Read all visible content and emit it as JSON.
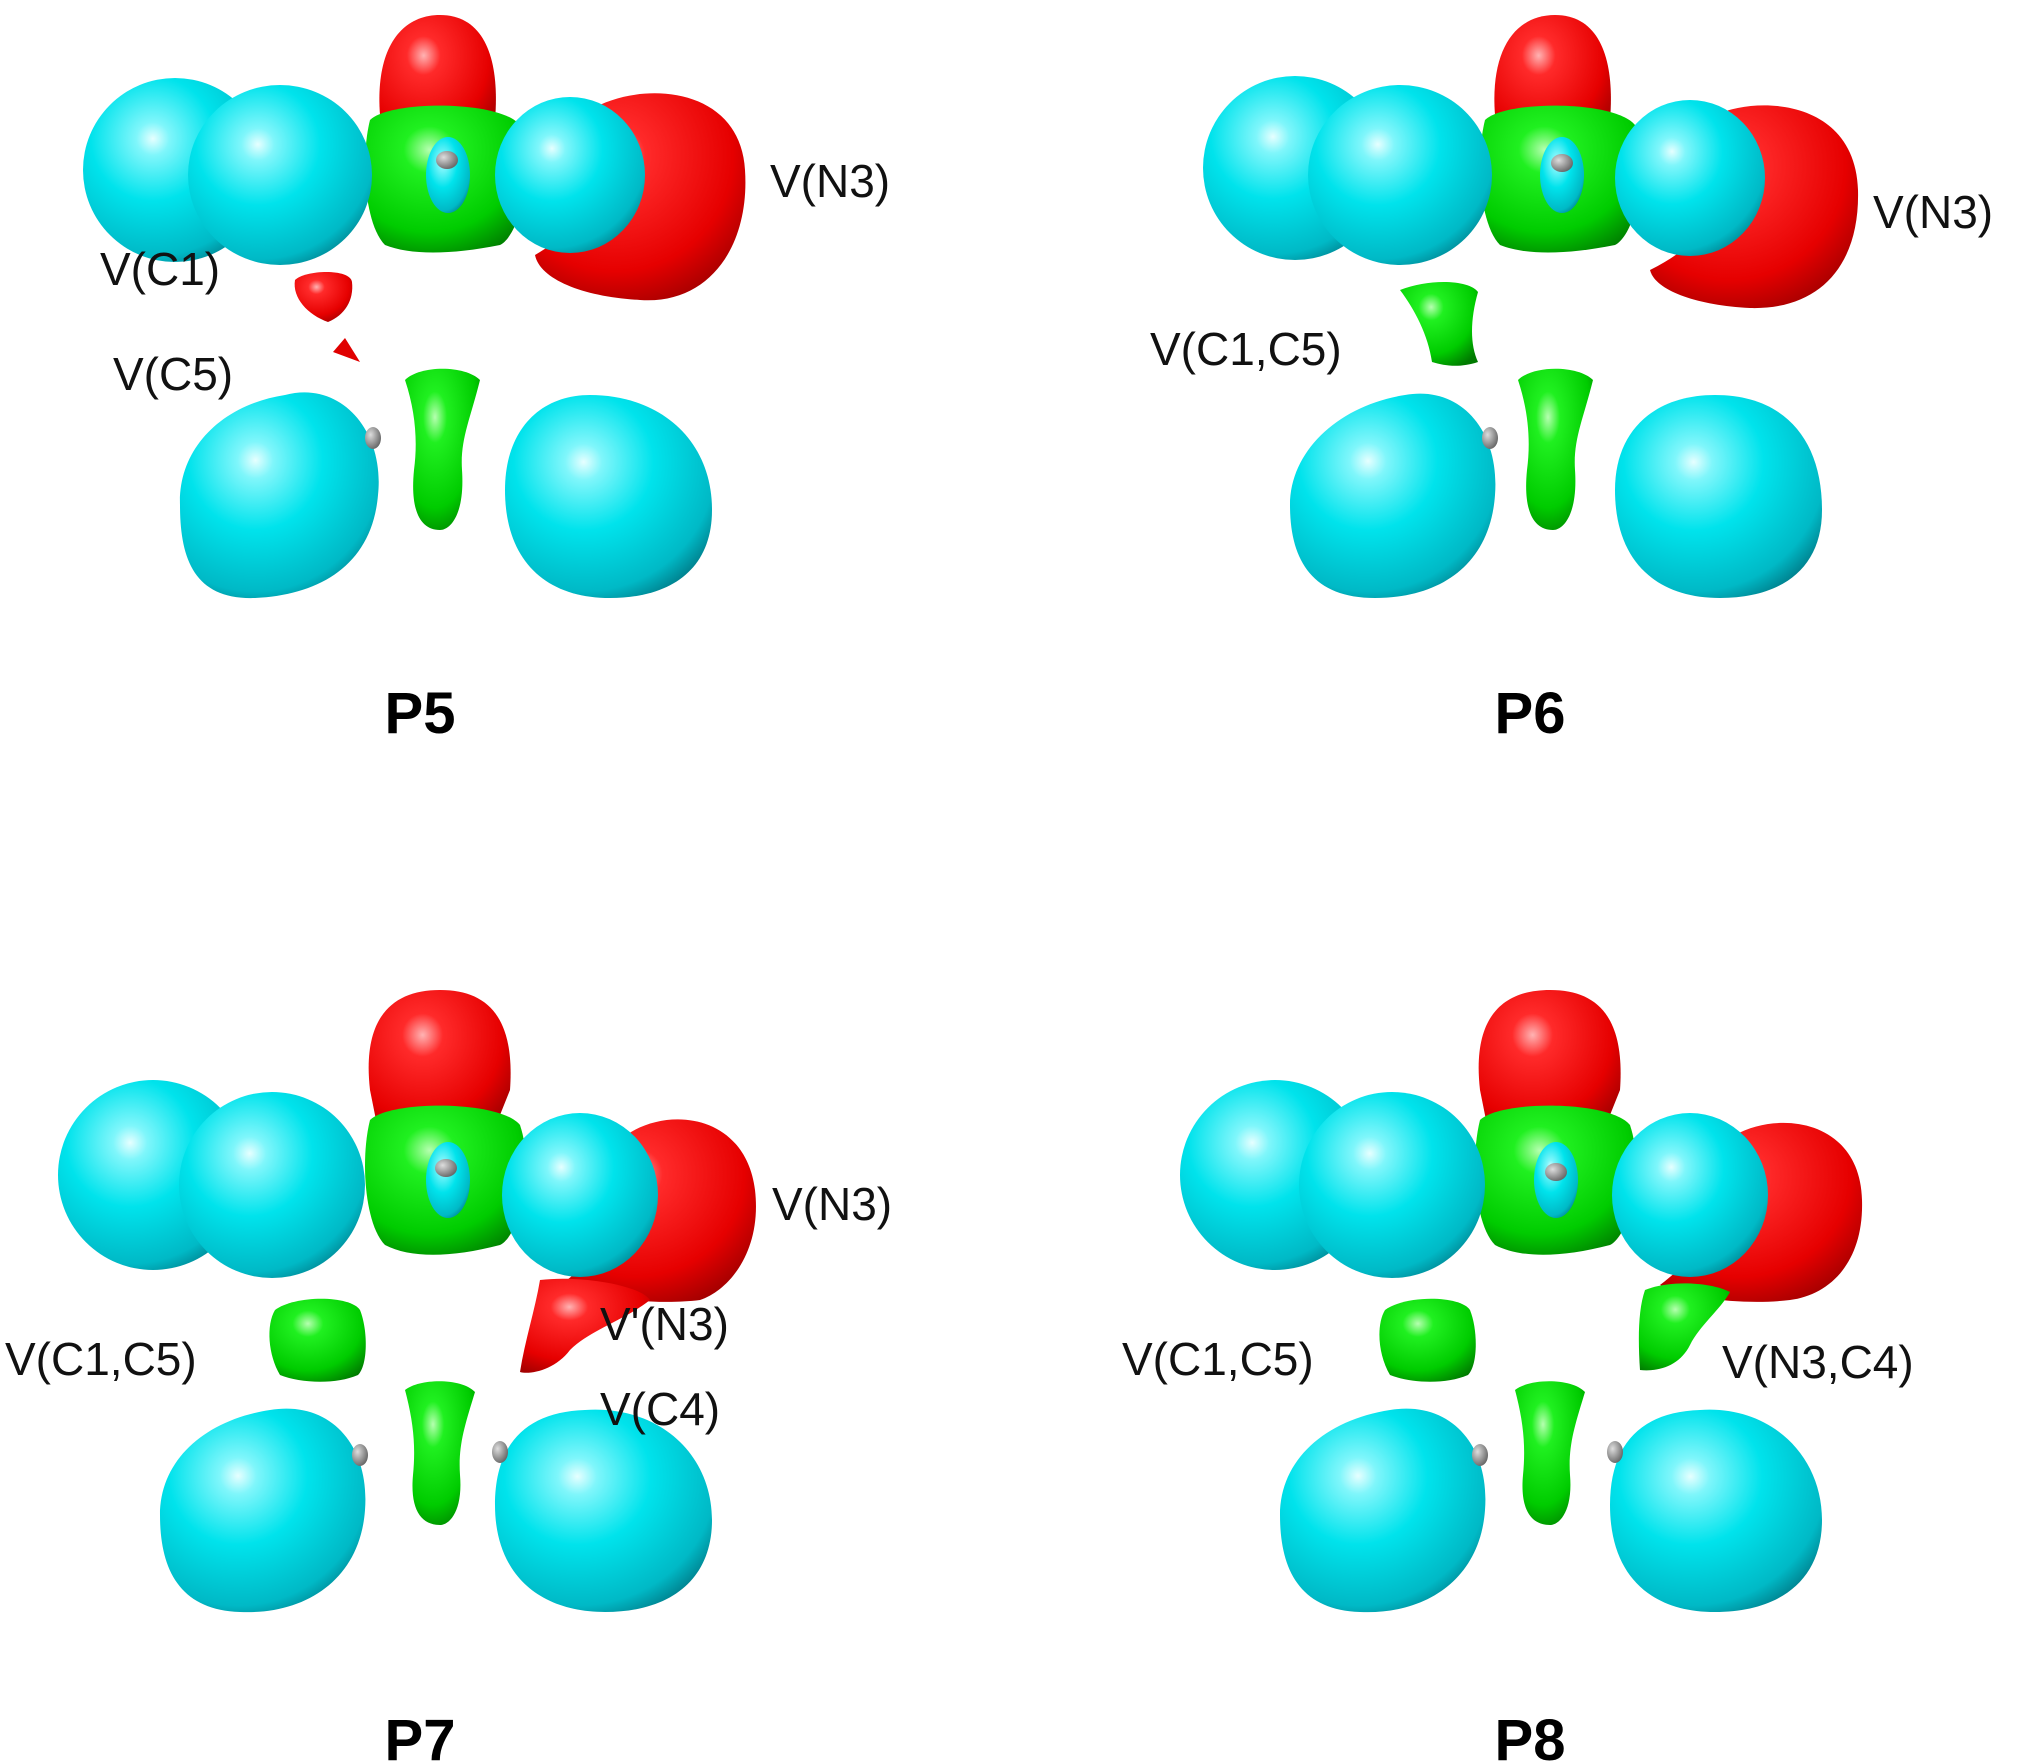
{
  "colors": {
    "core": "#00e5ee",
    "monosynaptic": "#ff0000",
    "disynaptic": "#00dd00",
    "nucleus": "#777777"
  },
  "panels": [
    {
      "title": "P5",
      "labels": [
        "V(N3)",
        "V(C1)",
        "V(C5)"
      ]
    },
    {
      "title": "P6",
      "labels": [
        "V(N3)",
        "V(C1,C5)"
      ]
    },
    {
      "title": "P7",
      "labels": [
        "V(N3)",
        "V(C1,C5)",
        "V'(N3)",
        "V(C4)"
      ]
    },
    {
      "title": "P8",
      "labels": [
        "V(C1,C5)",
        "V(N3,C4)"
      ]
    }
  ]
}
